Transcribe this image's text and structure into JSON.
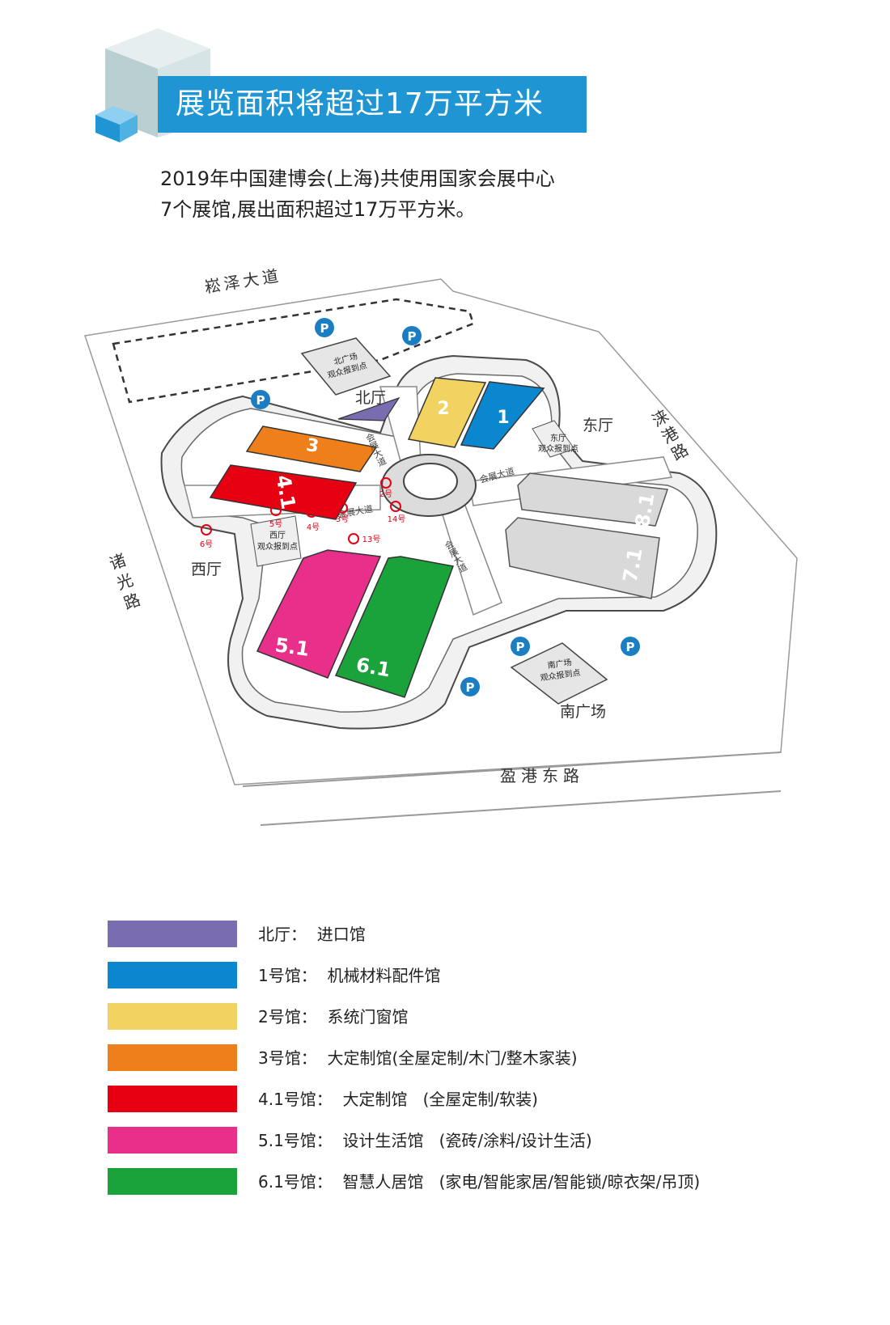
{
  "header": {
    "title": "展览面积将超过17万平方米"
  },
  "intro": {
    "line1": "2019年中国建博会(上海)共使用国家会展中心",
    "line2": "7个展馆,展出面积超过17万平方米。"
  },
  "map": {
    "roads": {
      "north": "崧泽大道",
      "east": "涞港路",
      "west": "诸光路",
      "south": "盈港东路"
    },
    "areas": {
      "north_hall": "北厅",
      "east_hall": "东厅",
      "west_hall": "西厅",
      "south_square": "南广场"
    },
    "checkin": {
      "north_line1": "北广场",
      "north_line2": "观众报到点",
      "east_line1": "东厅",
      "east_line2": "观众报到点",
      "west_line1": "西厅",
      "west_line2": "观众报到点",
      "south_line1": "南广场",
      "south_line2": "观众报到点"
    },
    "avenue": {
      "north": "会展大道",
      "east": "会展大道",
      "west": "会展大道",
      "south": "会展大道"
    },
    "halls": {
      "h1": "1",
      "h2": "2",
      "h3": "3",
      "h41": "4.1",
      "h51": "5.1",
      "h61": "6.1",
      "h71": "7.1",
      "h81": "8.1"
    },
    "parking": "P",
    "metro_exits": {
      "e2": "2号",
      "e3": "3号",
      "e4": "4号",
      "e5": "5号",
      "e6": "6号",
      "e13": "13号",
      "e14": "14号"
    },
    "colors": {
      "north_hall": "#7a6cb0",
      "hall_1": "#0b87cf",
      "hall_2": "#f2d361",
      "hall_3": "#ef7f1a",
      "hall_41": "#e60012",
      "hall_51": "#e8308a",
      "hall_61": "#1aa33a",
      "inactive": "#d9d9d9",
      "parking": "#1c7ec2",
      "metro": "#e60012"
    }
  },
  "legend": [
    {
      "color": "#7a6cb0",
      "label": "北厅：  进口馆"
    },
    {
      "color": "#0b87cf",
      "label": "1号馆：  机械材料配件馆"
    },
    {
      "color": "#f2d361",
      "label": "2号馆：  系统门窗馆"
    },
    {
      "color": "#ef7f1a",
      "label": "3号馆：  大定制馆(全屋定制/木门/整木家装)"
    },
    {
      "color": "#e60012",
      "label": "4.1号馆：  大定制馆   (全屋定制/软装)"
    },
    {
      "color": "#e8308a",
      "label": "5.1号馆：  设计生活馆   (瓷砖/涂料/设计生活)"
    },
    {
      "color": "#1aa33a",
      "label": "6.1号馆：  智慧人居馆   (家电/智能家居/智能锁/晾衣架/吊顶)"
    }
  ]
}
